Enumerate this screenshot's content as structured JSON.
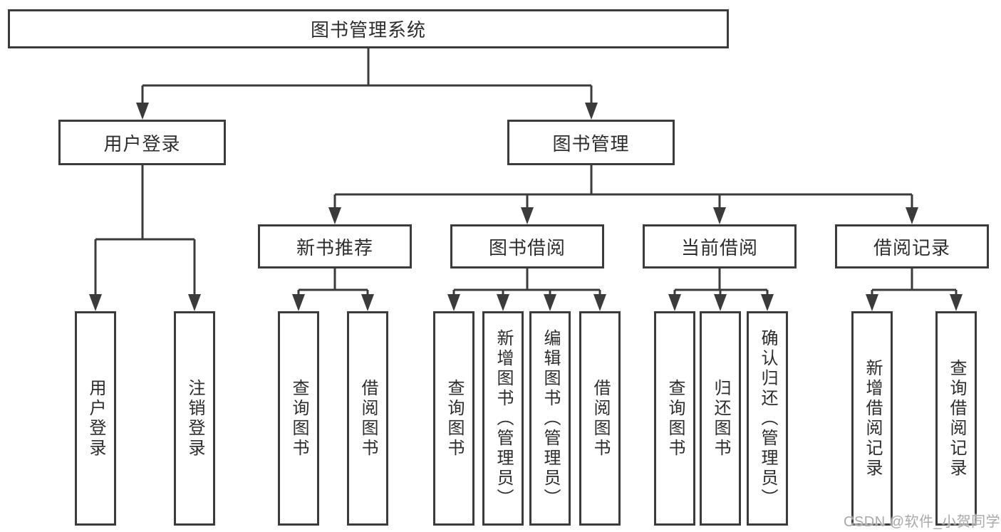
{
  "colors": {
    "line": "#3b3b3b",
    "text": "#2d2d2d",
    "background": "#ffffff",
    "watermark": "#a9a9a9"
  },
  "watermark": {
    "text": "CSDN @软件_小贺同学"
  },
  "tree": {
    "title": "图书管理系统",
    "children": [
      {
        "label": "用户登录",
        "children": [
          {
            "label": "用户登录"
          },
          {
            "label": "注销登录"
          }
        ]
      },
      {
        "label": "图书管理",
        "children": [
          {
            "label": "新书推荐",
            "children": [
              {
                "label": "查询图书"
              },
              {
                "label": "借阅图书"
              }
            ]
          },
          {
            "label": "图书借阅",
            "children": [
              {
                "label": "查询图书"
              },
              {
                "label": "新增图书（管理员）"
              },
              {
                "label": "编辑图书（管理员）"
              },
              {
                "label": "借阅图书"
              }
            ]
          },
          {
            "label": "当前借阅",
            "children": [
              {
                "label": "查询图书"
              },
              {
                "label": "归还图书"
              },
              {
                "label": "确认归还（管理员）"
              }
            ]
          },
          {
            "label": "借阅记录",
            "children": [
              {
                "label": "新增借阅记录"
              },
              {
                "label": "查询借阅记录"
              }
            ]
          }
        ]
      }
    ]
  }
}
